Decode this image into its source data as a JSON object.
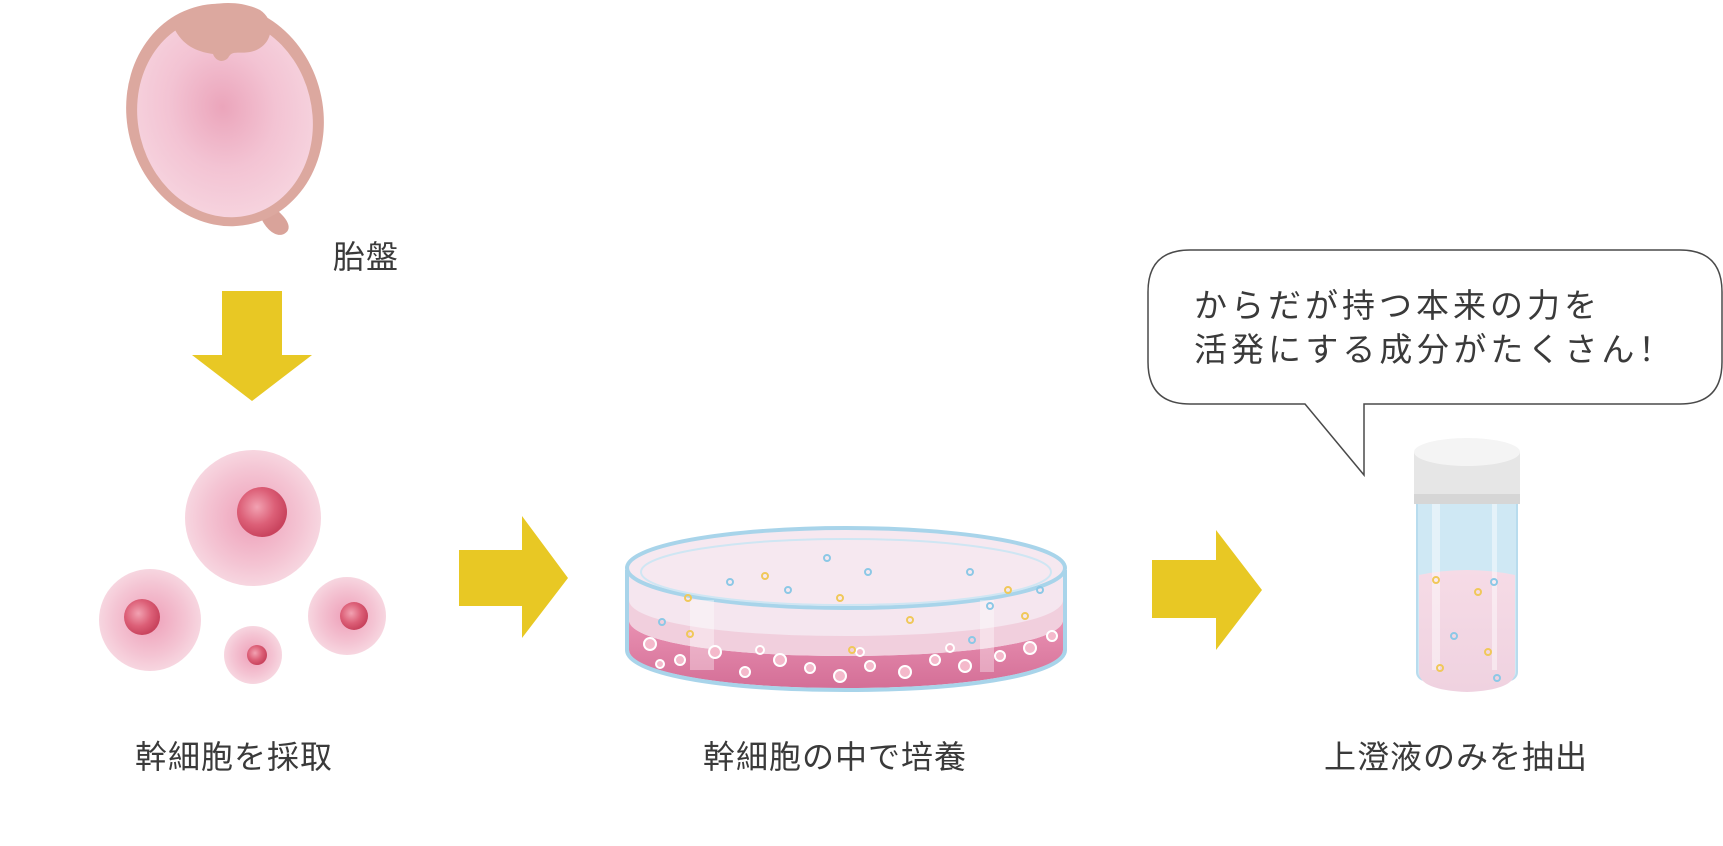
{
  "labels": {
    "placenta": "胎盤",
    "step1": "幹細胞を採取",
    "step2": "幹細胞の中で培養",
    "step3": "上澄液のみを抽出"
  },
  "bubble": {
    "line1": "からだが持つ本来の力を",
    "line2": "活発にする成分がたくさん！"
  },
  "colors": {
    "arrow": "#e8c824",
    "placenta_rim": "#dba79f",
    "cell_pink": "#f0b8c8",
    "nucleus": "#d9536e",
    "dish_rim": "#a8d4ea",
    "medium": "#d9789e",
    "vial_glass": "#cfe8f4",
    "vial_cap": "#e8e8e8"
  }
}
